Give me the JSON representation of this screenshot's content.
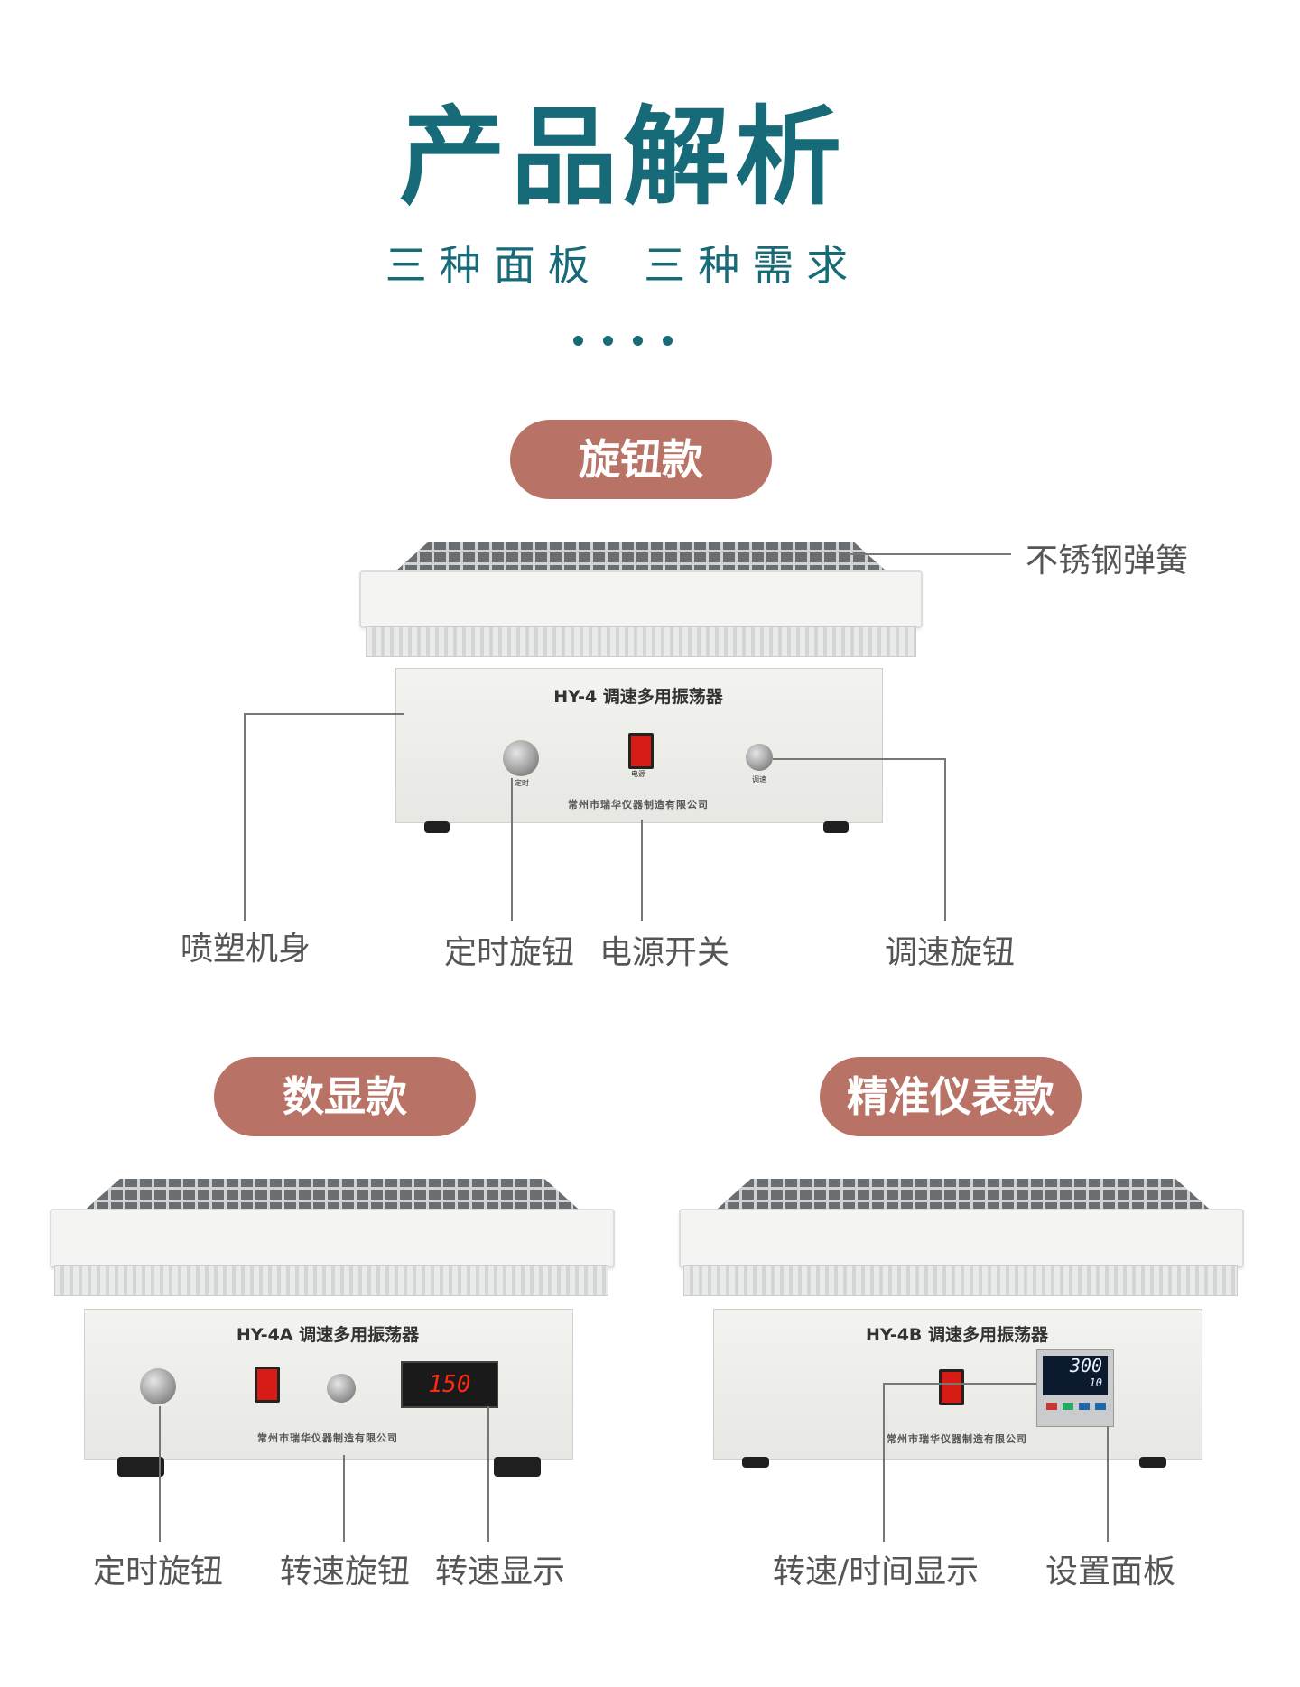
{
  "header": {
    "title": "产品解析",
    "subtitle": "三种面板 三种需求"
  },
  "sections": {
    "knob": {
      "badge": "旋钮款",
      "model": "HY-4 调速多用振荡器",
      "brand": "常州市瑞华仪器制造有限公司",
      "labels": {
        "spring": "不锈钢弹簧",
        "body": "喷塑机身",
        "timer": "定时旋钮",
        "power": "电源开关",
        "speed": "调速旋钮"
      },
      "panel": {
        "power": "电源",
        "speed": "调速",
        "timer": "定时"
      }
    },
    "digital": {
      "badge": "数显款",
      "model": "HY-4A 调速多用振荡器",
      "brand": "常州市瑞华仪器制造有限公司",
      "display_value": "150",
      "labels": {
        "timer": "定时旋钮",
        "speed": "转速旋钮",
        "display": "转速显示"
      }
    },
    "meter": {
      "badge": "精准仪表款",
      "model": "HY-4B 调速多用振荡器",
      "brand": "常州市瑞华仪器制造有限公司",
      "display_top": "300",
      "display_bottom": "10",
      "labels": {
        "display": "转速/时间显示",
        "panel": "设置面板"
      }
    }
  },
  "colors": {
    "title": "#176a77",
    "badge": "#b87366",
    "power_switch": "#d61c14"
  }
}
